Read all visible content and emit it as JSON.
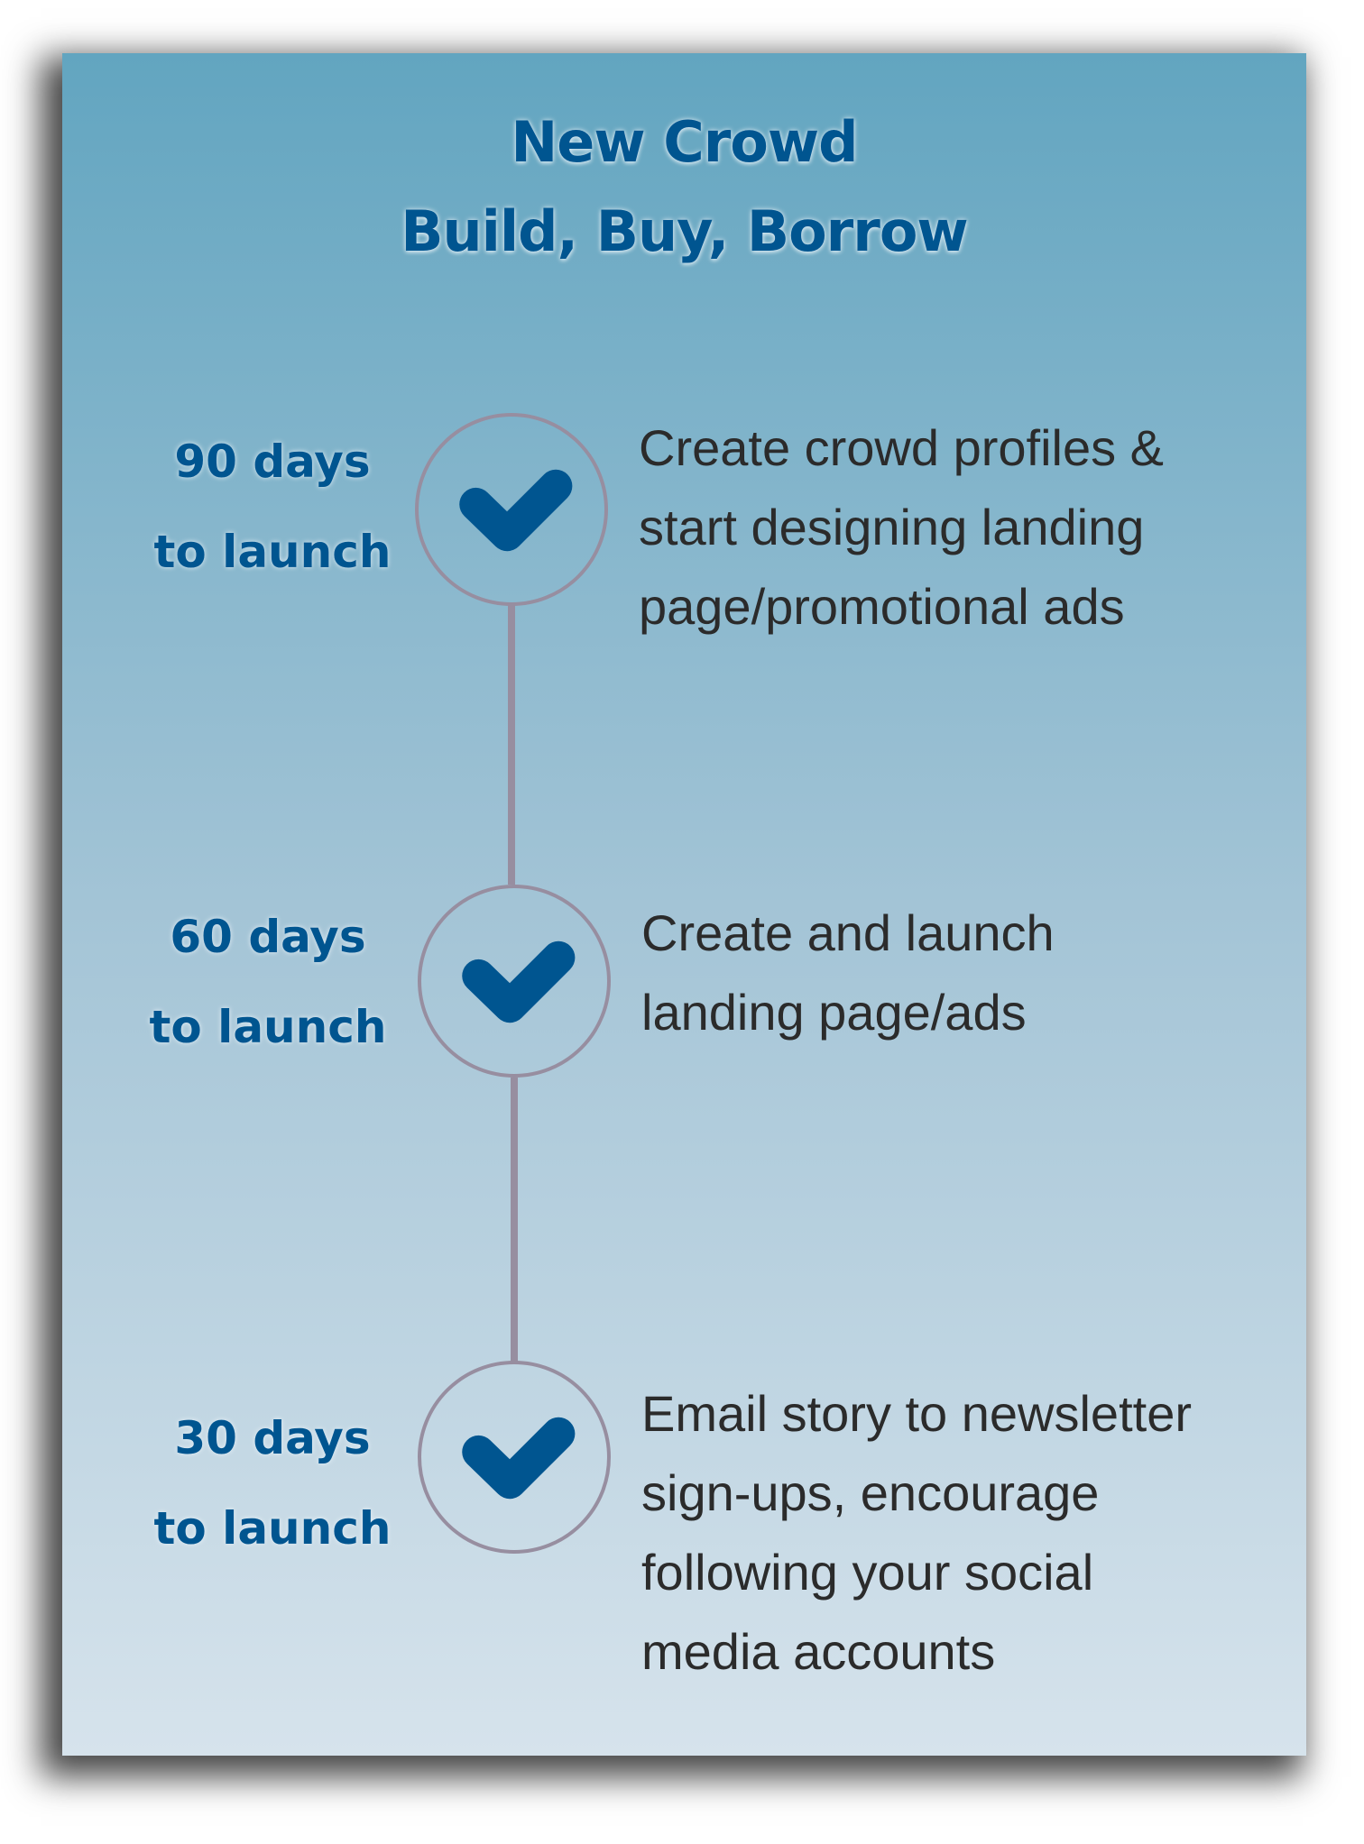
{
  "title": {
    "line1": "New Crowd",
    "line2": "Build, Buy, Borrow"
  },
  "colors": {
    "accent": "#005590",
    "body_text": "#2b2b2b",
    "timeline_line": "#978ea0",
    "gradient_top": "#62a5c0",
    "gradient_bottom": "#d6e3ec"
  },
  "milestones": [
    {
      "label_line1": "90 days",
      "label_line2": "to launch",
      "icon": "checkmark-icon",
      "description": [
        "Create crowd profiles &",
        "start designing landing",
        "page/promotional ads"
      ]
    },
    {
      "label_line1": "60 days",
      "label_line2": "to launch",
      "icon": "checkmark-icon",
      "description": [
        "Create and launch",
        "landing page/ads"
      ]
    },
    {
      "label_line1": "30 days",
      "label_line2": "to launch",
      "icon": "checkmark-icon",
      "description": [
        "Email story to newsletter",
        "sign-ups, encourage",
        "following your social",
        "media accounts"
      ]
    }
  ]
}
